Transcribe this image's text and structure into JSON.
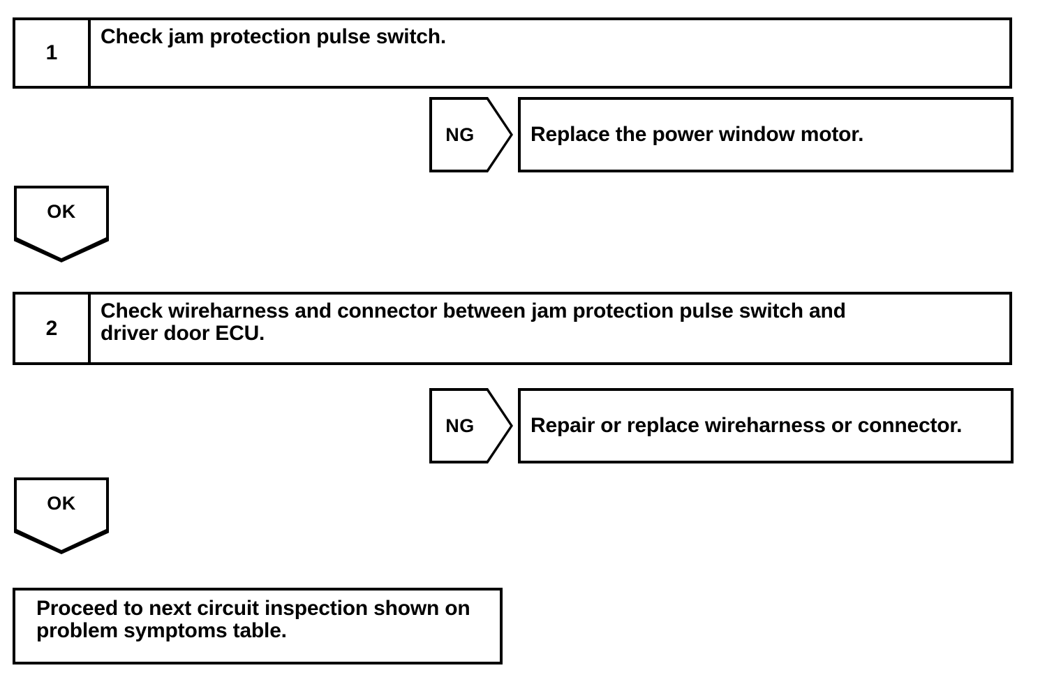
{
  "document": {
    "title": "Jam Protection Pulse Switch Circuit Inspection Flowchart",
    "type": "troubleshooting-flowchart",
    "background_color": "#ffffff",
    "line_color": "#000000",
    "text_color": "#000000"
  },
  "steps": [
    {
      "number": "1",
      "text": "Check jam protection pulse switch."
    },
    {
      "number": "2",
      "text": "Check wireharness and connector between jam protection pulse switch and\ndriver door ECU."
    }
  ],
  "branches": [
    {
      "tag": "NG",
      "result": "Replace the power window motor."
    },
    {
      "tag": "NG",
      "result": "Repair or replace wireharness or connector."
    }
  ],
  "ok_tags": [
    {
      "label": "OK"
    },
    {
      "label": "OK"
    }
  ],
  "final": {
    "text": "Proceed to next circuit inspection shown on\nproblem symptoms table."
  }
}
